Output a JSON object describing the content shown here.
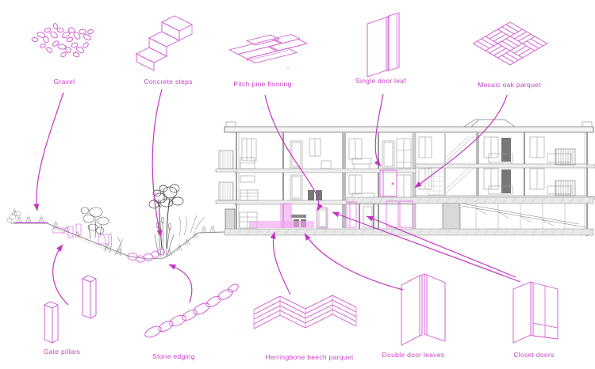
{
  "figure": "building-section-legend",
  "palette": {
    "accent": "#c435c4",
    "icon_stroke": "#d050d0",
    "highlight_fill": "#f3a6ef",
    "highlight_stroke": "#e36ae3",
    "drawing_gray": "#8a8a8a"
  },
  "legend": {
    "items": [
      {
        "id": "gravel",
        "label": "Gravel",
        "icon": "gravel-icon",
        "row": "top"
      },
      {
        "id": "concrete-steps",
        "label": "Concrete steps",
        "icon": "concrete-steps-icon",
        "row": "top"
      },
      {
        "id": "pitch-pine-flooring",
        "label": "Pitch pine flooring",
        "icon": "pitch-pine-flooring-icon",
        "row": "top"
      },
      {
        "id": "single-door-leaf",
        "label": "Single door leaf",
        "icon": "single-door-leaf-icon",
        "row": "top"
      },
      {
        "id": "mosaic-oak-parquet",
        "label": "Mosaic oak parquet",
        "icon": "mosaic-oak-parquet-icon",
        "row": "top"
      },
      {
        "id": "gate-pillars",
        "label": "Gate pillars",
        "icon": "gate-pillars-icon",
        "row": "bottom"
      },
      {
        "id": "stone-edging",
        "label": "Stone edging",
        "icon": "stone-edging-icon",
        "row": "bottom"
      },
      {
        "id": "herringbone-beech-parquet",
        "label": "Herringbone beech parquet",
        "icon": "herringbone-beech-parquet-icon",
        "row": "bottom"
      },
      {
        "id": "double-door-leaves",
        "label": "Double door leaves",
        "icon": "double-door-leaves-icon",
        "row": "bottom"
      },
      {
        "id": "closet-doors",
        "label": "Closet doors",
        "icon": "closet-doors-icon",
        "row": "bottom"
      }
    ]
  }
}
